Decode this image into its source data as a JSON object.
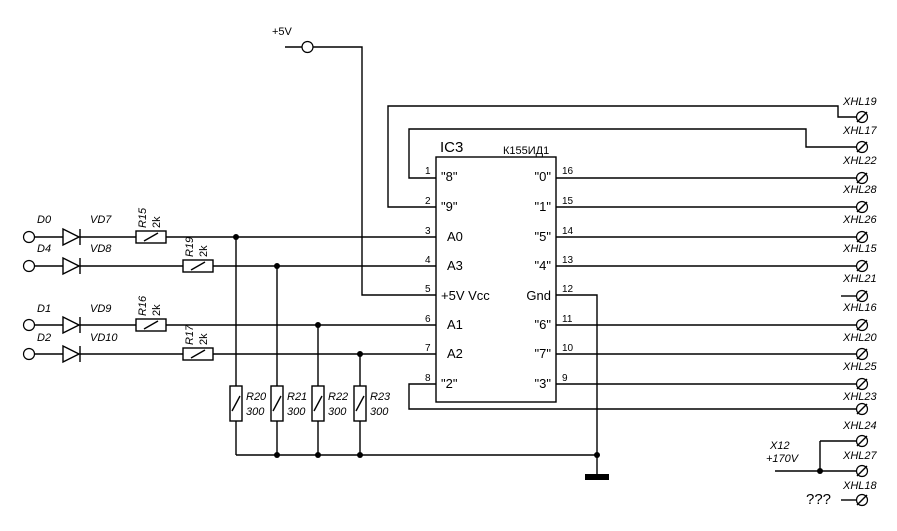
{
  "ic": {
    "name": "IC3",
    "part": "К155ИД1",
    "pins_left": [
      {
        "num": "1",
        "sig": "\"8\""
      },
      {
        "num": "2",
        "sig": "\"9\""
      },
      {
        "num": "3",
        "sig": "A0"
      },
      {
        "num": "4",
        "sig": "A3"
      },
      {
        "num": "5",
        "sig": "+5V Vcc"
      },
      {
        "num": "6",
        "sig": "A1"
      },
      {
        "num": "7",
        "sig": "A2"
      },
      {
        "num": "8",
        "sig": "\"2\""
      }
    ],
    "pins_right": [
      {
        "num": "16",
        "sig": "\"0\""
      },
      {
        "num": "15",
        "sig": "\"1\""
      },
      {
        "num": "14",
        "sig": "\"5\""
      },
      {
        "num": "13",
        "sig": "\"4\""
      },
      {
        "num": "12",
        "sig": "Gnd"
      },
      {
        "num": "11",
        "sig": "\"6\""
      },
      {
        "num": "10",
        "sig": "\"7\""
      },
      {
        "num": "9",
        "sig": "\"3\""
      }
    ]
  },
  "supply": "+5V",
  "inputs": [
    {
      "terminal": "D0",
      "diode": "VD7",
      "resistor": "R15",
      "value": "2k"
    },
    {
      "terminal": "D4",
      "diode": "VD8",
      "resistor": "R19",
      "value": "2k"
    },
    {
      "terminal": "D1",
      "diode": "VD9",
      "resistor": "R16",
      "value": "2k"
    },
    {
      "terminal": "D2",
      "diode": "VD10",
      "resistor": "R17",
      "value": "2k"
    }
  ],
  "pulldowns": [
    {
      "name": "R20",
      "value": "300"
    },
    {
      "name": "R21",
      "value": "300"
    },
    {
      "name": "R22",
      "value": "300"
    },
    {
      "name": "R23",
      "value": "300"
    }
  ],
  "outputs": [
    "XHL19",
    "XHL17",
    "XHL22",
    "XHL28",
    "XHL26",
    "XHL15",
    "XHL21",
    "XHL16",
    "XHL20",
    "XHL25",
    "XHL23",
    "XHL24",
    "XHL27",
    "XHL18"
  ],
  "high_voltage": {
    "name": "X12",
    "value": "+170V"
  },
  "unknown": "???"
}
